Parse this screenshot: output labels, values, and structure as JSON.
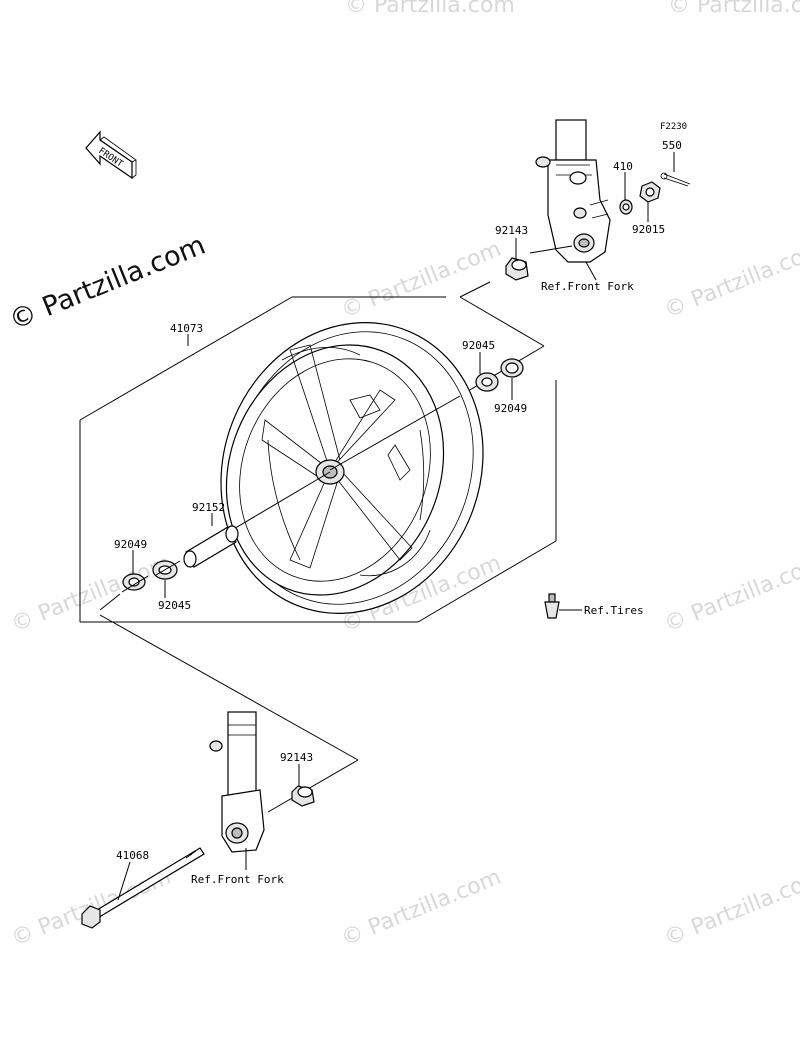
{
  "diagram": {
    "code": "F2230",
    "front_arrow": "FRONT",
    "watermark": "© Partzilla.com",
    "labels": {
      "p41073": "41073",
      "p92152": "92152",
      "p92049_left": "92049",
      "p92045_left": "92045",
      "p92045_right": "92045",
      "p92049_right": "92049",
      "p92143_top": "92143",
      "p92143_bottom": "92143",
      "p410": "410",
      "p550": "550",
      "p92015": "92015",
      "p41068": "41068",
      "ref_front_fork_top": "Ref.Front Fork",
      "ref_front_fork_bottom": "Ref.Front Fork",
      "ref_tires": "Ref.Tires"
    }
  }
}
